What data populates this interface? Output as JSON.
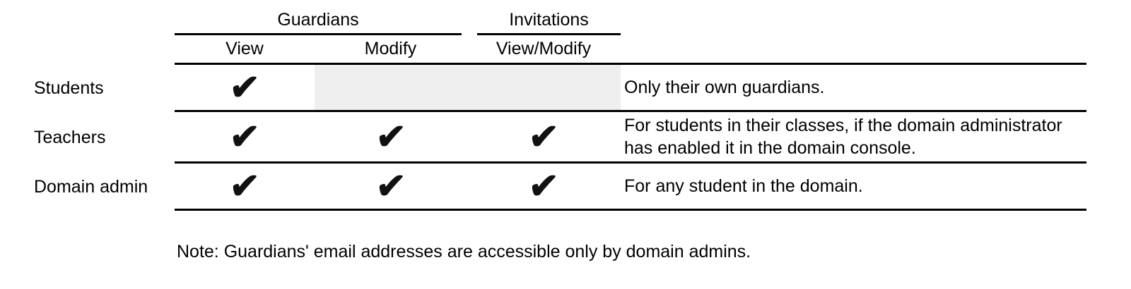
{
  "table": {
    "column_groups": [
      {
        "label": "Guardians"
      },
      {
        "label": "Invitations"
      }
    ],
    "sub_columns": [
      "View",
      "Modify",
      "View/Modify"
    ],
    "rows": [
      {
        "label": "Students",
        "cells": [
          "✔",
          "",
          ""
        ],
        "disabled_merged_cell": true,
        "note": "Only their own guardians."
      },
      {
        "label": "Teachers",
        "cells": [
          "✔",
          "✔",
          "✔"
        ],
        "disabled_merged_cell": false,
        "note": "For students in their classes, if the domain administrator has enabled it in the domain console."
      },
      {
        "label": "Domain admin",
        "cells": [
          "✔",
          "✔",
          "✔"
        ],
        "disabled_merged_cell": false,
        "note": "For any student in the domain."
      }
    ]
  },
  "footnote": "Note: Guardians' email addresses are accessible only by domain admins.",
  "colors": {
    "text": "#000000",
    "line": "#000000",
    "disabled_cell_bg": "#efefef"
  }
}
